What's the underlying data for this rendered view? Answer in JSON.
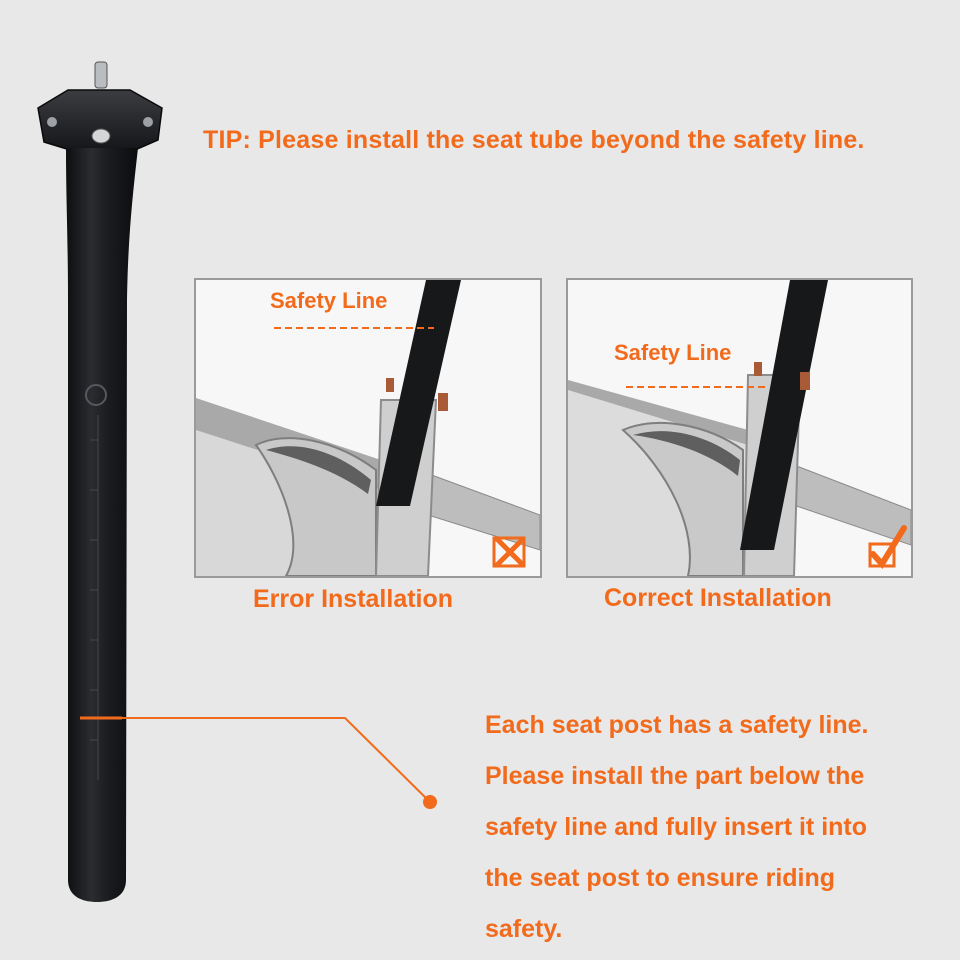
{
  "tip": "TIP: Please install the seat tube beyond the safety line.",
  "panels": {
    "error": {
      "safety_label": "Safety Line",
      "caption": "Error Installation",
      "mark": "cross-box-icon"
    },
    "correct": {
      "safety_label": "Safety Line",
      "caption": "Correct Installation",
      "mark": "check-box-icon"
    }
  },
  "description": [
    "Each seat post has a safety line.",
    "Please install the part below the",
    "safety line and fully insert it into",
    "the seat post to ensure riding",
    "safety."
  ],
  "colors": {
    "accent": "#f26a1b",
    "background": "#e8e8e8",
    "post": "#1b1c1e",
    "frame": "#b9b9b9"
  }
}
